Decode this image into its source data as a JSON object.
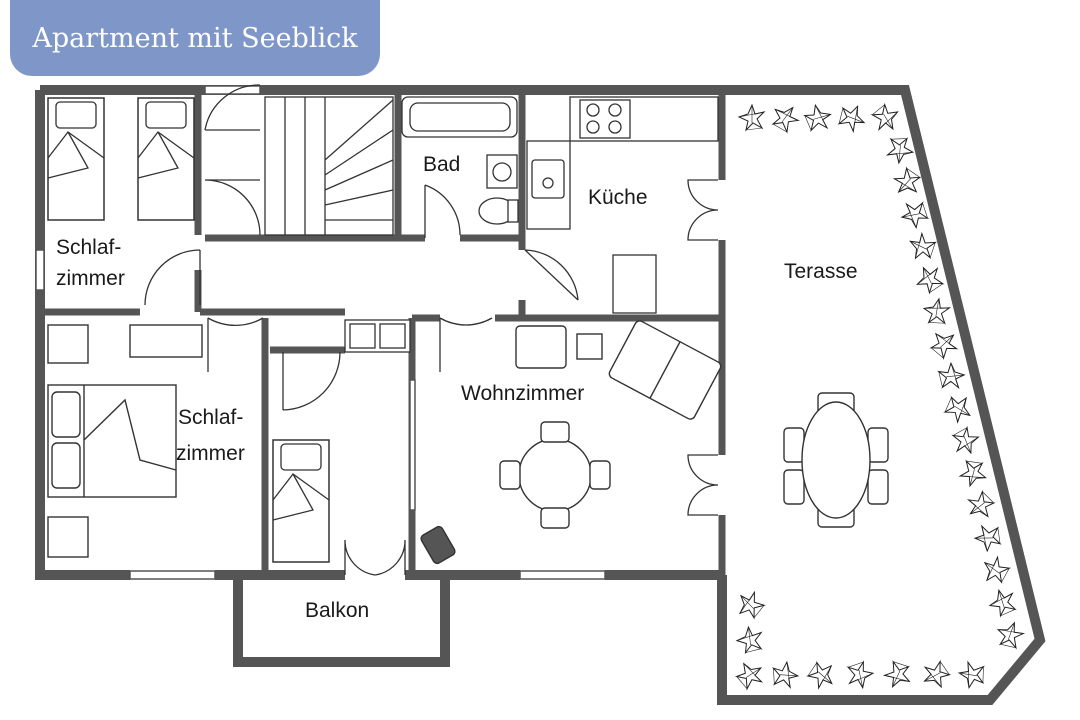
{
  "header": {
    "title": "Apartment mit Seeblick"
  },
  "rooms": {
    "schlafzimmer_1": [
      "Schlaf-",
      "zimmer"
    ],
    "schlafzimmer_2": [
      "Schlaf-",
      "zimmer"
    ],
    "bad": "Bad",
    "kueche": "Küche",
    "wohnzimmer": "Wohnzimmer",
    "balkon": "Balkon",
    "terasse": "Terasse"
  },
  "colors": {
    "badge": "#7f97c8",
    "wall": "#555555",
    "wall_fill": "#5f5f5f",
    "badge_text": "#ffffff"
  }
}
